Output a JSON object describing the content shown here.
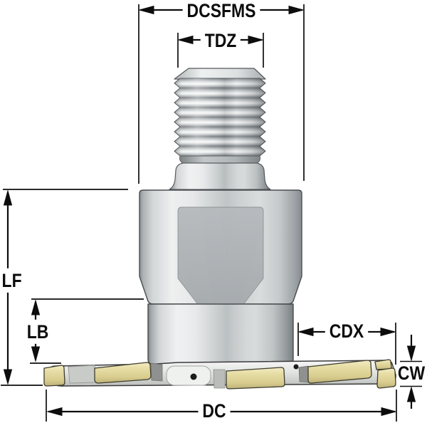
{
  "dimension_labels": {
    "dcsfms": "DCSFMS",
    "tdz": "TDZ",
    "lf": "LF",
    "lb": "LB",
    "cdx": "CDX",
    "cw": "CW",
    "dc": "DC"
  },
  "colors": {
    "background": "#ffffff",
    "dimension_line": "#0d0d0d",
    "steel_highlight": "#eef0f0",
    "steel_mid": "#c6cacb",
    "steel_shadow": "#878d90",
    "wrench_flat": "#aaafb2",
    "insert_gold": "#ddd194",
    "insert_gold_highlight": "#f3ecc8",
    "insert_outline": "#3e3c2c"
  }
}
